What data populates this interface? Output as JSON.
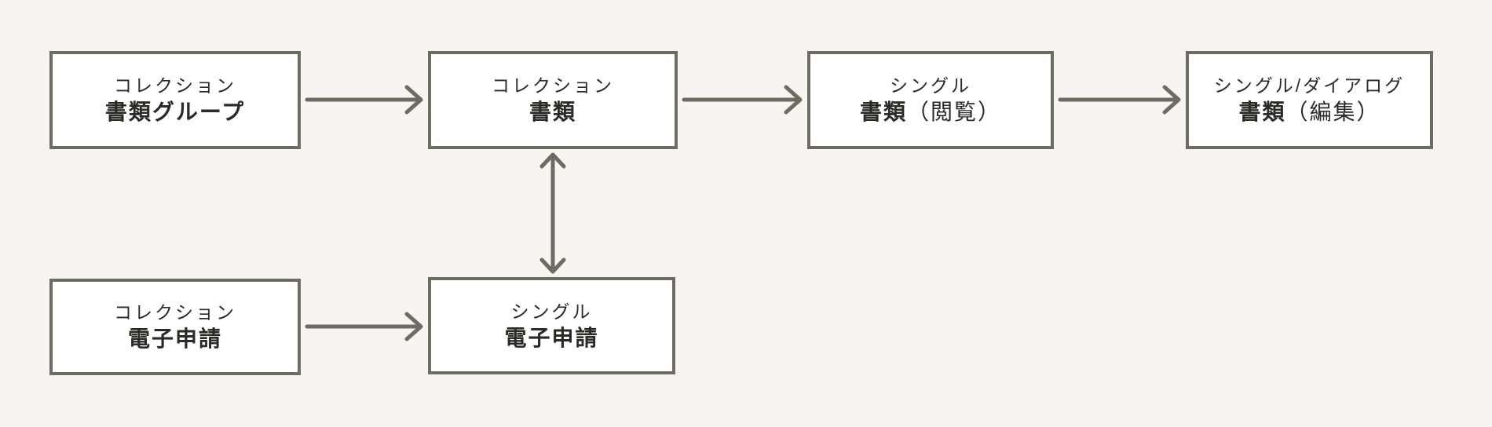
{
  "diagram": {
    "colors": {
      "background": "#f6f5f1",
      "node_fill": "#ffffff",
      "node_border": "#6e6c60",
      "arrow": "#6e6c60",
      "text": "#2b2a26"
    },
    "nodes": [
      {
        "id": "document-group",
        "type_label": "コレクション",
        "title_bold": "書類グループ",
        "title_rest": ""
      },
      {
        "id": "documents",
        "type_label": "コレクション",
        "title_bold": "書類",
        "title_rest": ""
      },
      {
        "id": "document-view",
        "type_label": "シングル",
        "title_bold": "書類",
        "title_rest": "（閲覧）"
      },
      {
        "id": "document-edit",
        "type_label": "シングル/ダイアログ",
        "title_bold": "書類",
        "title_rest": "（編集）"
      },
      {
        "id": "e-application-collection",
        "type_label": "コレクション",
        "title_bold": "電子申請",
        "title_rest": ""
      },
      {
        "id": "e-application-single",
        "type_label": "シングル",
        "title_bold": "電子申請",
        "title_rest": ""
      }
    ],
    "edges": [
      {
        "from": "document-group",
        "to": "documents",
        "direction": "right"
      },
      {
        "from": "documents",
        "to": "document-view",
        "direction": "right"
      },
      {
        "from": "document-view",
        "to": "document-edit",
        "direction": "right"
      },
      {
        "from": "documents",
        "to": "e-application-single",
        "direction": "both"
      },
      {
        "from": "e-application-collection",
        "to": "e-application-single",
        "direction": "right"
      }
    ]
  }
}
